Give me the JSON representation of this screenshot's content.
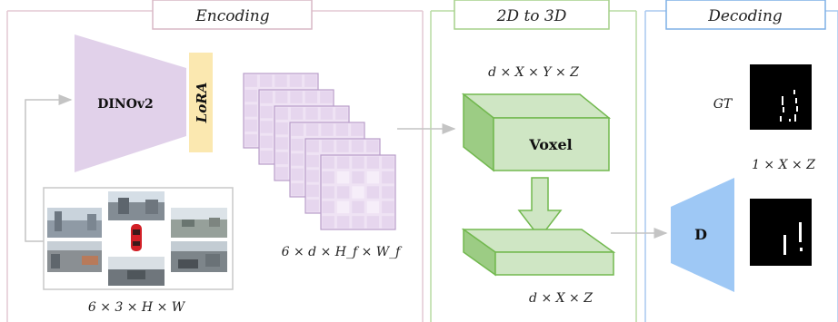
{
  "panels": {
    "encoding": {
      "title": "Encoding"
    },
    "lift": {
      "title": "2D to 3D"
    },
    "decoding": {
      "title": "Decoding"
    }
  },
  "encoder": {
    "backbone_label": "DINOv2",
    "adapter_label": "LoRA"
  },
  "dims": {
    "images": "6 × 3 × H × W",
    "features": "6 × d × H_f × W_f",
    "voxel": "d × X × Y × Z",
    "bev": "d × X × Z",
    "gt": "1 × X × Z"
  },
  "voxel_label": "Voxel",
  "decoder_label": "D",
  "gt_label": "GT",
  "colors": {
    "encoding": "#d9b9c6",
    "lift": "#a6d18a",
    "decoding": "#7fb0e6",
    "dino": "#e1d1ea",
    "lora": "#fbe8b0",
    "voxel_fill": "#cfe6c4",
    "voxel_stroke": "#72b84f",
    "decoder_fill": "#9ec8f5"
  }
}
